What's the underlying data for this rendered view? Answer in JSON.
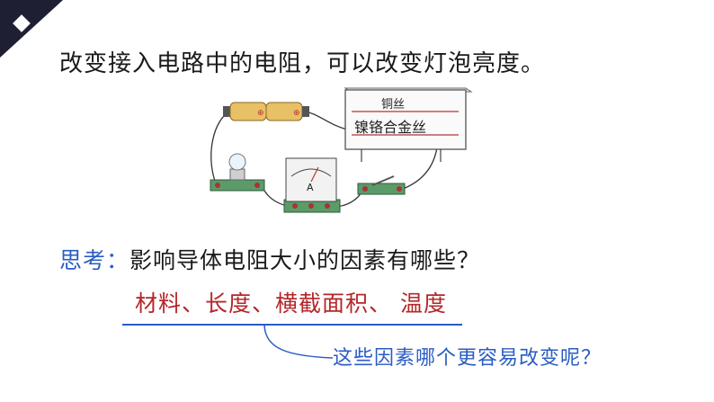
{
  "headline": "改变接入电路中的电阻，可以改变灯泡亮度。",
  "figure": {
    "wire_top_label": "铜丝",
    "wire_bottom_label": "镍铬合金丝",
    "ammeter_letter": "A",
    "battery_sign": "⊕"
  },
  "question": {
    "label": "思考：",
    "text": "影响导体电阻大小的因素有哪些？"
  },
  "answer": "材料、长度、横截面积、 温度",
  "followup": "这些因素哪个更容易改变呢？",
  "colors": {
    "accent_blue": "#2a5cc4",
    "answer_red": "#b4272a",
    "corner_dark": "#1e1f33"
  }
}
